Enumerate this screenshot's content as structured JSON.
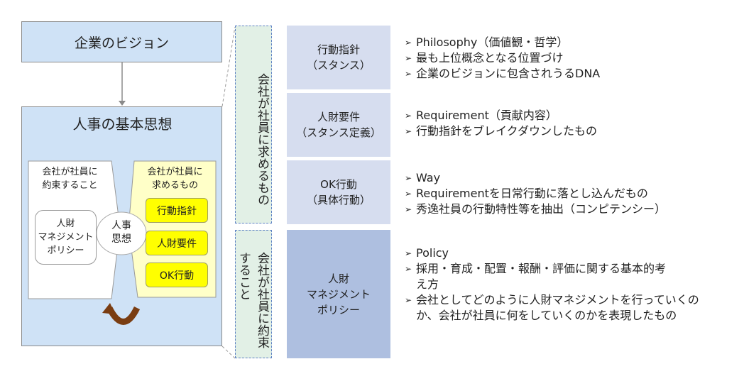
{
  "vision": "企業のビジョン",
  "main": {
    "title": "人事の基本思想",
    "left_heading": [
      "会社が社員に",
      "約束すること"
    ],
    "left_box": [
      "人財",
      "マネジメント",
      "ポリシー"
    ],
    "center": [
      "人事",
      "思想"
    ],
    "right_heading": [
      "会社が社員に",
      "求めるもの"
    ],
    "right_items": [
      "行動指針",
      "人財要件",
      "OK行動"
    ]
  },
  "vertical_labels": [
    "会社が社員に求めるもの",
    "会社が社員に約束すること"
  ],
  "rows": [
    {
      "label": [
        "行動指針",
        "（スタンス）"
      ],
      "bullets": [
        "Philosophy（価値観・哲学）",
        "最も上位概念となる位置づけ",
        "企業のビジョンに包含されうるDNA"
      ]
    },
    {
      "label": [
        "人財要件",
        "（スタンス定義）"
      ],
      "bullets": [
        "Requirement（貢献内容）",
        "行動指針をブレイクダウンしたもの"
      ]
    },
    {
      "label": [
        "OK行動",
        "（具体行動）"
      ],
      "bullets": [
        "Way",
        "Requirementを日常行動に落とし込んだもの",
        "秀逸社員の行動特性等を抽出（コンピテンシー）"
      ]
    },
    {
      "label": [
        "人財",
        "マネジメント",
        "ポリシー"
      ],
      "bullets": [
        "Policy",
        "採用・育成・配置・報酬・評価に関する基本的考え方",
        "会社としてどのように人財マネジメントを行っていくのか、会社が社員に何をしていくのかを表現したもの"
      ]
    }
  ],
  "colors": {
    "blue_box": "#cfe2f6",
    "yellow": "#ffff00",
    "row_light": "#d6ddef",
    "row_dark": "#aebfe0",
    "green_box": "#e2f0e6"
  }
}
